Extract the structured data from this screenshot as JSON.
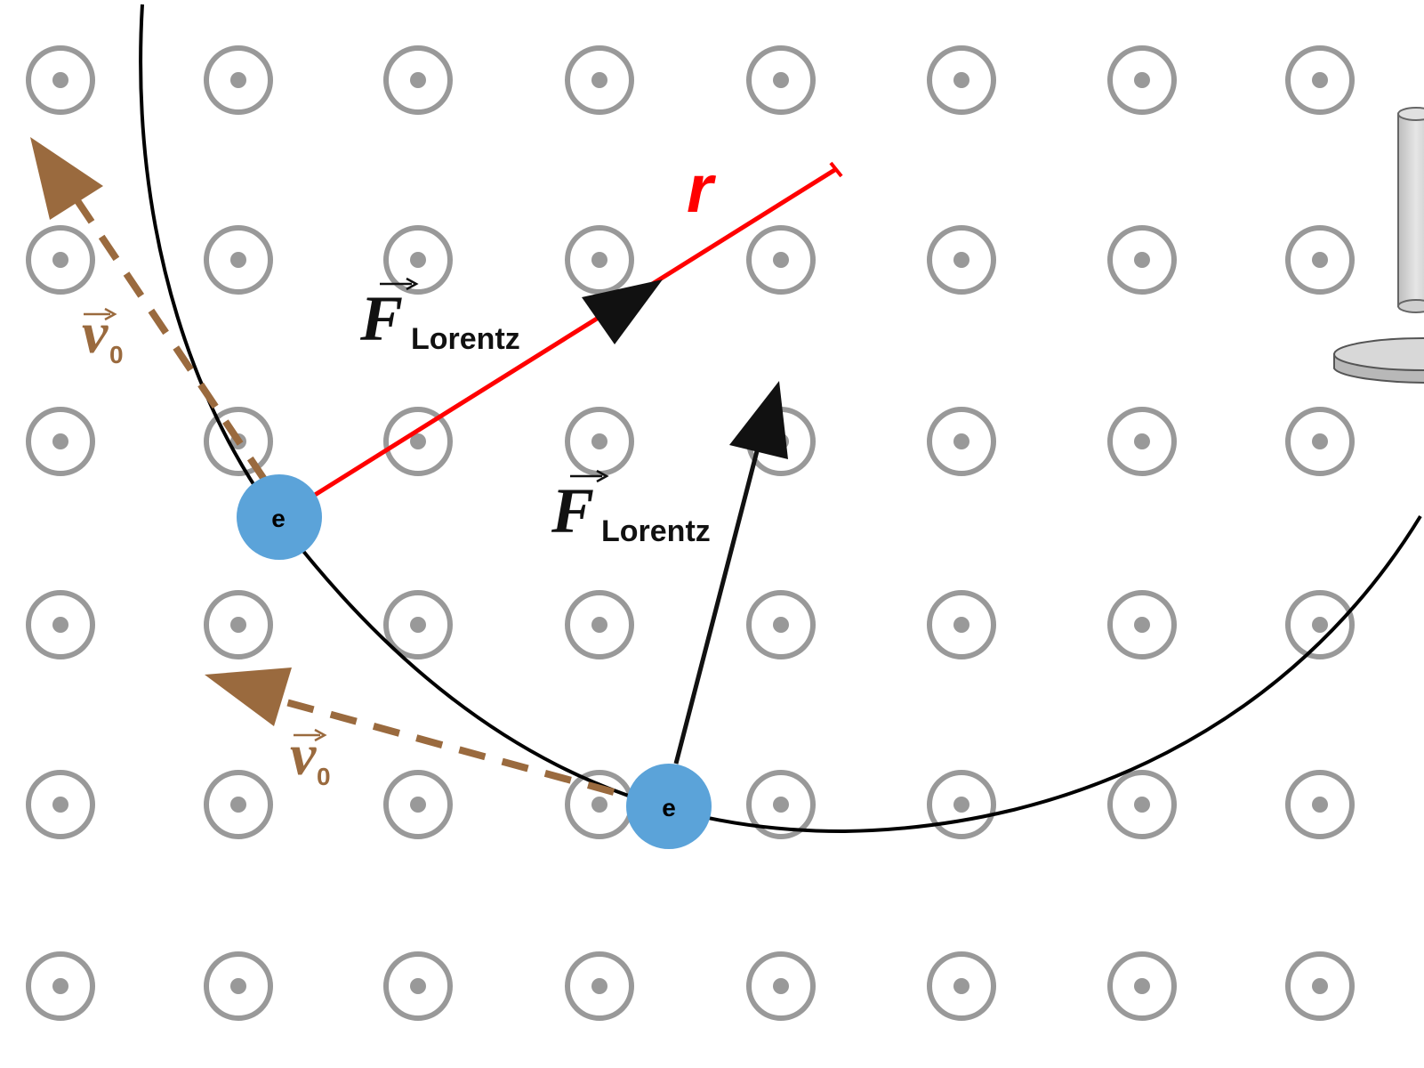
{
  "field": {
    "symbol": "out-of-page-field-symbol",
    "rows": 6,
    "cols": 8,
    "ring_color": "#999999",
    "dot_color": "#999999"
  },
  "particle": {
    "label": "e",
    "color": "#5ba3d9",
    "label_color": "#000000"
  },
  "radius": {
    "label": "r",
    "color": "#ff0000"
  },
  "force": {
    "symbol": "F",
    "subscript": "Lorentz",
    "color": "#111111"
  },
  "velocity": {
    "symbol": "v",
    "subscript": "0",
    "color": "#9a6a3e"
  },
  "trajectory": {
    "color": "#000000"
  },
  "apparatus": {
    "color": "#bbbbbb"
  }
}
